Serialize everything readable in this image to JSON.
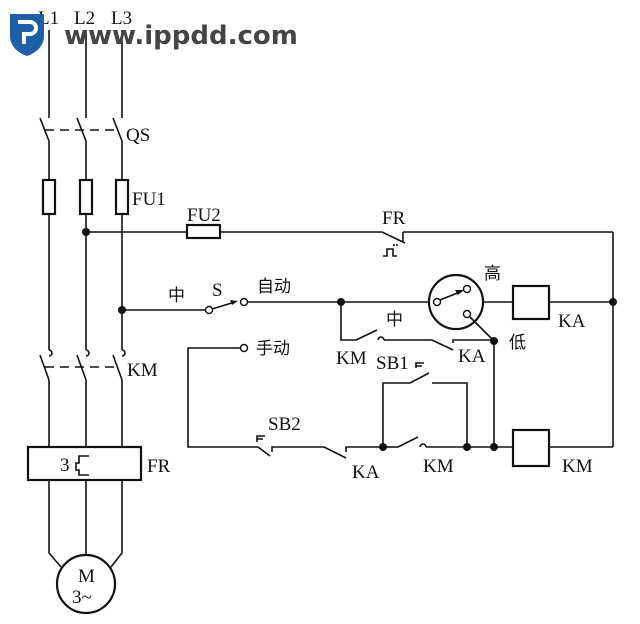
{
  "watermark": {
    "text": "www.ippdd.com",
    "logo": "ippdd-shield-logo"
  },
  "power": {
    "phases": [
      "L1",
      "L2",
      "L3"
    ],
    "switch": "QS",
    "main_fuse": "FU1",
    "contactor_main": "KM",
    "overload_relay": "FR",
    "overload_symbol": "3",
    "motor_label": "M",
    "motor_type": "3~"
  },
  "control": {
    "fuse": "FU2",
    "overload_contact": "FR",
    "neutral_label": "中",
    "selector": "S",
    "mode_auto": "自动",
    "mode_manual": "手动",
    "gauge_high": "高",
    "gauge_mid": "中",
    "gauge_low": "低",
    "relay_coil": "KA",
    "km_aux_contact": "KM",
    "ka_contact_upper": "KA",
    "start_button": "SB1",
    "stop_button": "SB2",
    "ka_contact_lower": "KA",
    "km_hold_contact": "KM",
    "contactor_coil": "KM"
  }
}
